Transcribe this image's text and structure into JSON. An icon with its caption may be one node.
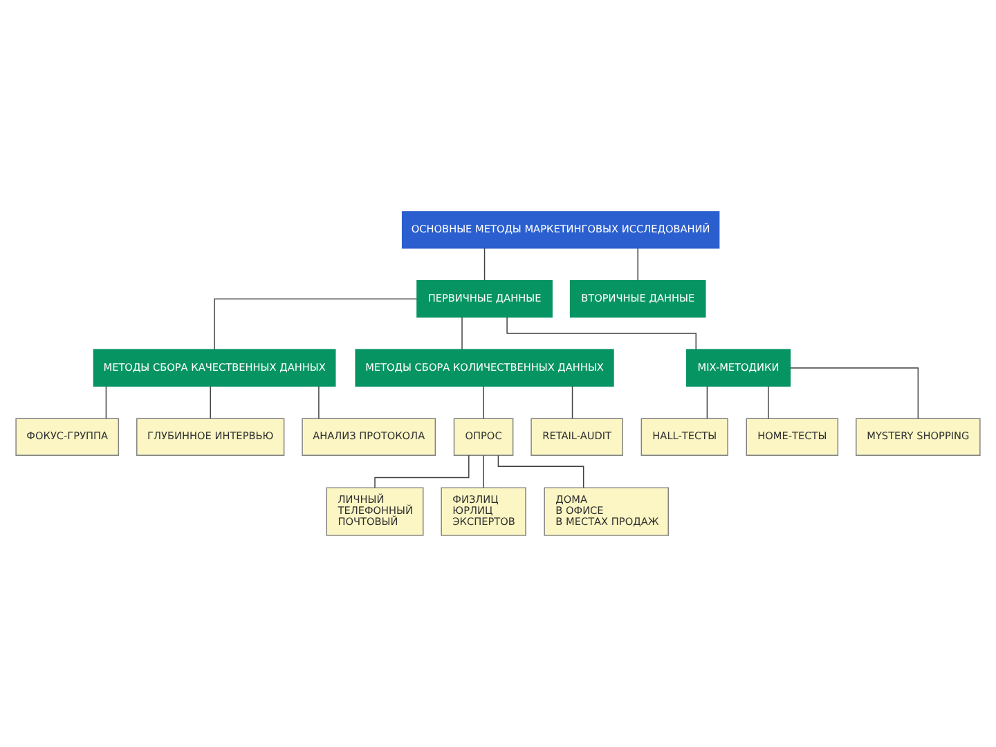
{
  "diagram": {
    "nodes": [
      {
        "text": [
          "ОСНОВНЫЕ МЕТОДЫ МАРКЕТИНГОВЫХ ИССЛЕДОВАНИЙ"
        ]
      },
      {
        "text": [
          "ПЕРВИЧНЫЕ ДАННЫЕ"
        ]
      },
      {
        "text": [
          "ВТОРИЧНЫЕ ДАННЫЕ"
        ]
      },
      {
        "text": [
          "МЕТОДЫ СБОРА КАЧЕСТВЕННЫХ ДАННЫХ"
        ]
      },
      {
        "text": [
          "МЕТОДЫ СБОРА КОЛИЧЕСТВЕННЫХ ДАННЫХ"
        ]
      },
      {
        "text": [
          "MIX-МЕТОДИКИ"
        ]
      },
      {
        "text": [
          "ФОКУС-ГРУППА"
        ]
      },
      {
        "text": [
          "ГЛУБИННОЕ ИНТЕРВЬЮ"
        ]
      },
      {
        "text": [
          "АНАЛИЗ ПРОТОКОЛА"
        ]
      },
      {
        "text": [
          "ОПРОС"
        ]
      },
      {
        "text": [
          "RETAIL-AUDIT"
        ]
      },
      {
        "text": [
          "HALL-ТЕСТЫ"
        ]
      },
      {
        "text": [
          "HOME-ТЕСТЫ"
        ]
      },
      {
        "text": [
          "MYSTERY SHOPPING"
        ]
      },
      {
        "text": [
          "ЛИЧНЫЙ",
          "ТЕЛЕФОННЫЙ",
          "ПОЧТОВЫЙ"
        ]
      },
      {
        "text": [
          "ФИЗЛИЦ",
          "ЮРЛИЦ",
          "ЭКСПЕРТОВ"
        ]
      },
      {
        "text": [
          "ДОМА",
          "В ОФИСЕ",
          "В МЕСТАХ ПРОДАЖ"
        ]
      }
    ],
    "edges": [
      {
        "from": 0,
        "to": 1,
        "arrow": "none"
      },
      {
        "from": 0,
        "to": 2,
        "arrow": "none"
      },
      {
        "from": 1,
        "to": 3,
        "arrow": "none"
      },
      {
        "from": 1,
        "to": 4,
        "arrow": "none"
      },
      {
        "from": 1,
        "to": 5,
        "arrow": "none"
      },
      {
        "from": 3,
        "to": 6,
        "arrow": "none"
      },
      {
        "from": 3,
        "to": 7,
        "arrow": "none"
      },
      {
        "from": 3,
        "to": 8,
        "arrow": "none"
      },
      {
        "from": 4,
        "to": 9,
        "arrow": "none"
      },
      {
        "from": 4,
        "to": 10,
        "arrow": "none"
      },
      {
        "from": 5,
        "to": 11,
        "arrow": "none"
      },
      {
        "from": 5,
        "to": 12,
        "arrow": "none"
      },
      {
        "from": 5,
        "to": 13,
        "arrow": "none"
      },
      {
        "from": 9,
        "to": 14,
        "arrow": "none"
      },
      {
        "from": 9,
        "to": 15,
        "arrow": "none"
      },
      {
        "from": 9,
        "to": 16,
        "arrow": "none"
      }
    ]
  }
}
